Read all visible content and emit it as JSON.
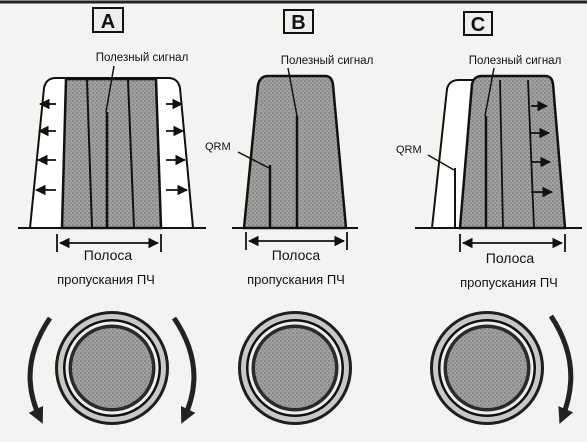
{
  "panels": [
    {
      "label": "A",
      "signal": "Полезный сигнал",
      "band_line1": "Полоса",
      "band_line2": "пропускания ПЧ"
    },
    {
      "label": "B",
      "signal": "Полезный сигнал",
      "qrm": "QRM",
      "band_line1": "Полоса",
      "band_line2": "пропускания ПЧ"
    },
    {
      "label": "C",
      "signal": "Полезный сигнал",
      "qrm": "QRM",
      "band_line1": "Полоса",
      "band_line2": "пропускания ПЧ"
    }
  ]
}
